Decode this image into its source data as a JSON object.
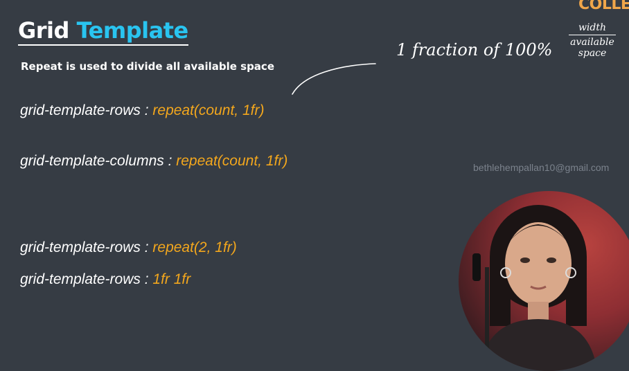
{
  "slide": {
    "title_main": "Grid",
    "title_accent": "Template",
    "subtitle": "Repeat is used to divide all available space",
    "lines": [
      {
        "prop": "grid-template-rows : ",
        "value": "repeat(count, 1fr)"
      },
      {
        "prop": "grid-template-columns : ",
        "value": "repeat(count, 1fr)"
      },
      {
        "prop": "grid-template-rows : ",
        "value": "repeat(2, 1fr)"
      },
      {
        "prop": "grid-template-rows : ",
        "value": "1fr 1fr"
      }
    ]
  },
  "annotation": {
    "main": "1 fraction of 100%",
    "frac_top": "width",
    "frac_bottom": "available space"
  },
  "watermark": {
    "email": "bethlehempallan10@gmail.com",
    "logo": "COLLEGE"
  },
  "colors": {
    "background": "#363c44",
    "accent_blue": "#29c4f0",
    "value_orange": "#f3a71d"
  },
  "icons": {
    "webcam": "presenter-webcam",
    "arrow": "hand-drawn-arrow"
  }
}
